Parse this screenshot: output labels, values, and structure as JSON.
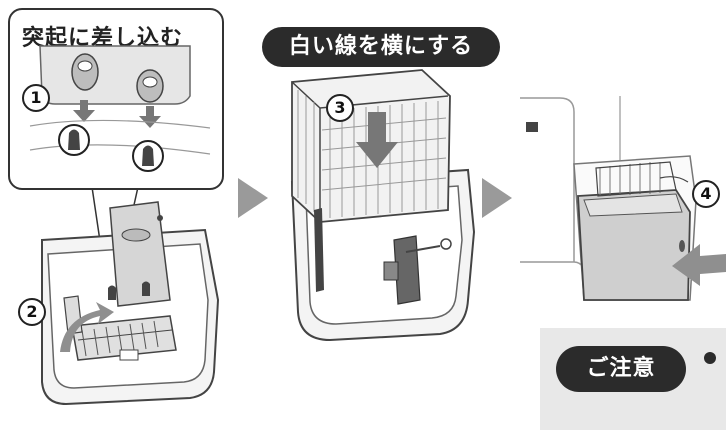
{
  "callout": {
    "title": "突起に差し込む"
  },
  "banner": {
    "text": "白い線を横にする"
  },
  "steps": {
    "one": "1",
    "two": "2",
    "three": "3",
    "four": "4"
  },
  "notice": {
    "label": "ご注意"
  },
  "colors": {
    "dark": "#2b2b2b",
    "arrow_gray": "#9a9a9a",
    "line": "#444444",
    "panel": "#e8e8e8",
    "filter_fill": "#f2f2f2"
  },
  "icons": [
    "arrow-right-icon",
    "arrow-down-icon",
    "curved-arrow-icon",
    "bullet-dot-icon"
  ]
}
